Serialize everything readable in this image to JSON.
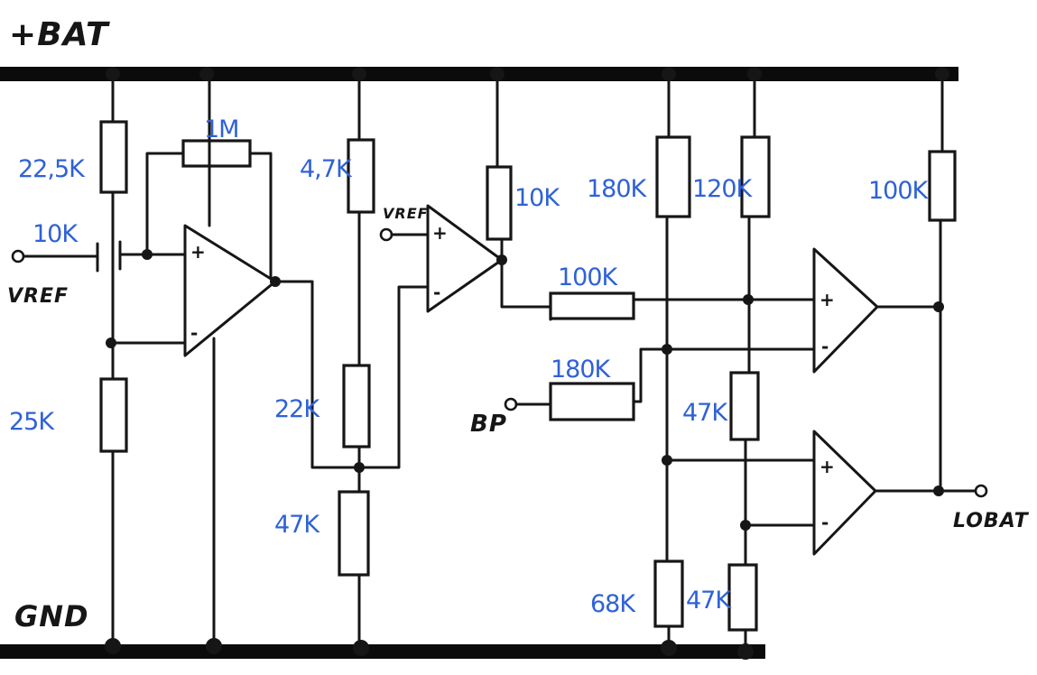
{
  "nets": {
    "vbat": "+BAT",
    "gnd": "GND",
    "vref_left": "VREF",
    "vref_mid": "VREF",
    "bp": "BP",
    "lobat": "LOBAT"
  },
  "resistors": {
    "r1": "22,5K",
    "r2": "10K",
    "r3": "25K",
    "r4": "1M",
    "r5": "4,7K",
    "r6": "22K",
    "r7": "47K",
    "r8": "10K",
    "r9": "100K",
    "r10": "180K",
    "r11": "180K",
    "r12": "120K",
    "r13": "47K",
    "r14": "68K",
    "r15": "47K",
    "r16": "100K"
  },
  "opamp_pins": {
    "plus": "+",
    "minus": "-"
  },
  "colors": {
    "ink": "#161616",
    "value_labels": "#2f62d6",
    "background": "#ffffff"
  }
}
